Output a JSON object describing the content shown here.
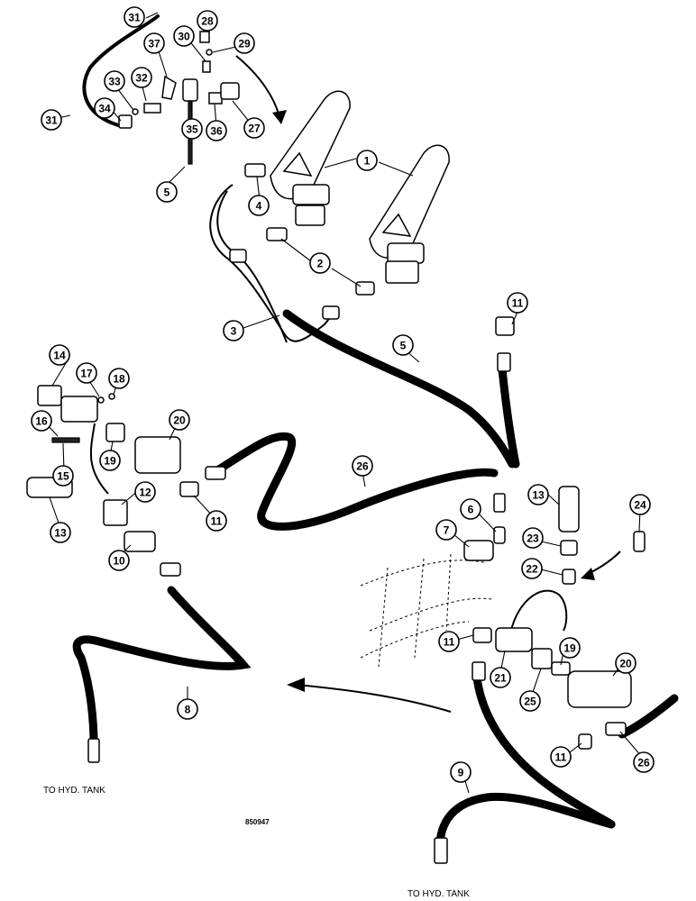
{
  "diagram": {
    "notes": {
      "tank_left": "TO HYD. TANK",
      "tank_right": "TO HYD. TANK",
      "figure_code": "850947"
    },
    "callouts": [
      {
        "id": "c1",
        "label": "1"
      },
      {
        "id": "c2",
        "label": "2"
      },
      {
        "id": "c3",
        "label": "3"
      },
      {
        "id": "c4",
        "label": "4"
      },
      {
        "id": "c5a",
        "label": "5"
      },
      {
        "id": "c5b",
        "label": "5"
      },
      {
        "id": "c6",
        "label": "6"
      },
      {
        "id": "c7",
        "label": "7"
      },
      {
        "id": "c8",
        "label": "8"
      },
      {
        "id": "c9",
        "label": "9"
      },
      {
        "id": "c10",
        "label": "10"
      },
      {
        "id": "c11a",
        "label": "11"
      },
      {
        "id": "c11b",
        "label": "11"
      },
      {
        "id": "c11c",
        "label": "11"
      },
      {
        "id": "c11d",
        "label": "11"
      },
      {
        "id": "c12",
        "label": "12"
      },
      {
        "id": "c13a",
        "label": "13"
      },
      {
        "id": "c13b",
        "label": "13"
      },
      {
        "id": "c14",
        "label": "14"
      },
      {
        "id": "c15",
        "label": "15"
      },
      {
        "id": "c16",
        "label": "16"
      },
      {
        "id": "c17",
        "label": "17"
      },
      {
        "id": "c18",
        "label": "18"
      },
      {
        "id": "c19a",
        "label": "19"
      },
      {
        "id": "c19b",
        "label": "19"
      },
      {
        "id": "c20a",
        "label": "20"
      },
      {
        "id": "c20b",
        "label": "20"
      },
      {
        "id": "c21",
        "label": "21"
      },
      {
        "id": "c22",
        "label": "22"
      },
      {
        "id": "c23",
        "label": "23"
      },
      {
        "id": "c24",
        "label": "24"
      },
      {
        "id": "c25",
        "label": "25"
      },
      {
        "id": "c26a",
        "label": "26"
      },
      {
        "id": "c26b",
        "label": "26"
      },
      {
        "id": "c27",
        "label": "27"
      },
      {
        "id": "c28",
        "label": "28"
      },
      {
        "id": "c29",
        "label": "29"
      },
      {
        "id": "c30",
        "label": "30"
      },
      {
        "id": "c31a",
        "label": "31"
      },
      {
        "id": "c31b",
        "label": "31"
      },
      {
        "id": "c32",
        "label": "32"
      },
      {
        "id": "c33",
        "label": "33"
      },
      {
        "id": "c34",
        "label": "34"
      },
      {
        "id": "c35",
        "label": "35"
      },
      {
        "id": "c36",
        "label": "36"
      },
      {
        "id": "c37",
        "label": "37"
      }
    ]
  }
}
